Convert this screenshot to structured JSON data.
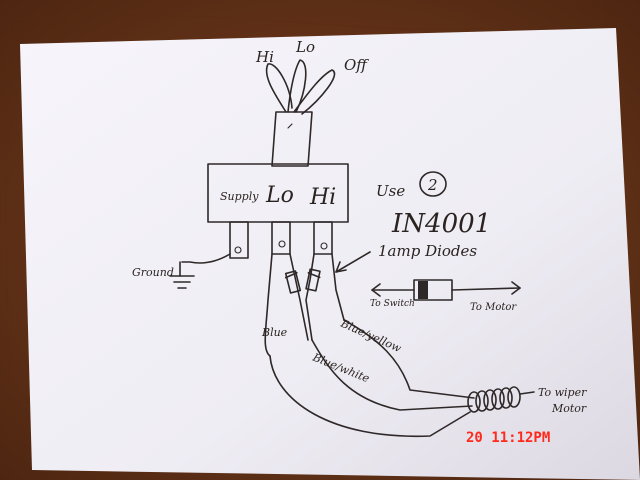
{
  "labels": {
    "hi_top": "Hi",
    "lo_top": "Lo",
    "off_top": "Off",
    "supply": "Supply",
    "lo_box": "Lo",
    "hi_box": "Hi",
    "use": "Use",
    "use_count": "2",
    "part_number": "IN4001",
    "diode_desc": "1amp Diodes",
    "to_switch": "To Switch",
    "to_motor": "To Motor",
    "ground": "Ground",
    "wire_blue": "Blue",
    "wire_blue_white": "Blue/white",
    "wire_blue_yellow": "Blue/yellow",
    "to_wiper_motor_1": "To wiper",
    "to_wiper_motor_2": "Motor"
  },
  "timestamp": "20 11:12PM",
  "colors": {
    "table": "#6b3518",
    "paper": "#f4f1f7",
    "ink": "#2f2828",
    "stamp": "#ff2a1c"
  }
}
